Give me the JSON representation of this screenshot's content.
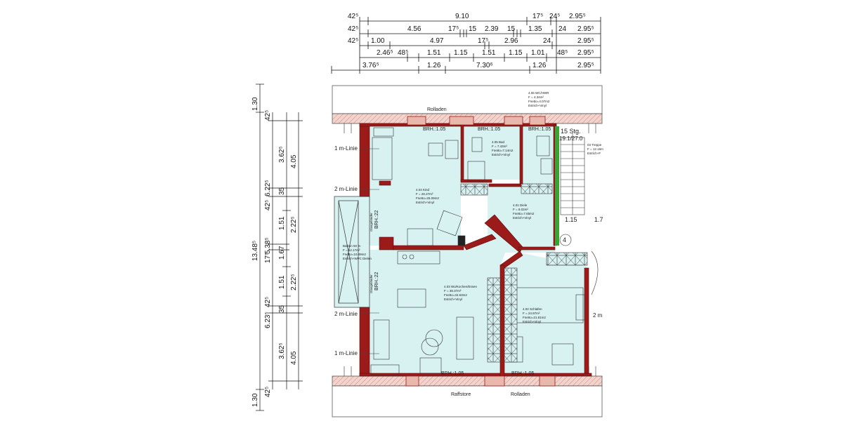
{
  "dimensions": {
    "top_row1": [
      "42⁵",
      "9.10",
      "17⁵",
      "24⁵",
      "2.95⁵"
    ],
    "top_row2": [
      "42⁵",
      "4.56",
      "17⁵",
      "15",
      "2.39",
      "15",
      "1.35",
      "24",
      "2.95⁵"
    ],
    "top_row3": [
      "42⁵",
      "1.00",
      "4.97",
      "17⁵",
      "2.96",
      "24",
      "2.95⁵"
    ],
    "top_row4": [
      "2.46⁵",
      "48⁵",
      "1.51",
      "1.15",
      "1.51",
      "1.15",
      "1.01",
      "48⁵",
      "2.95⁵"
    ],
    "top_row5": [
      "3.76⁵",
      "1.26",
      "7.30⁶",
      "1.26",
      "2.95⁵"
    ],
    "left_outer": [
      "1.30",
      "13.48⁵",
      "1.30"
    ],
    "left_mid": [
      "42⁵",
      "6.22⁵",
      "42⁵",
      "17⁵",
      "5.38⁵",
      "42⁵",
      "6.23⁵",
      "42⁵"
    ],
    "left_inner": [
      "3.62⁵",
      "35",
      "1.51",
      "1.67",
      "1.51",
      "35",
      "3.62⁵"
    ],
    "left_inner2": [
      "4.05",
      "2.22⁵",
      "2.22⁵",
      "4.05"
    ]
  },
  "rooms": [
    {
      "name": "4.04 Kind",
      "area": "F = 26.27m²",
      "fbw": "Fnetto=25.09m2",
      "floor": "Estrich+Vinyl"
    },
    {
      "name": "4.05 Bad",
      "area": "F = 7.43m²",
      "fbw": "Fnetto=7.14m2",
      "floor": "Estrich+Vinyl"
    },
    {
      "name": "4.06 WC/HWR",
      "area": "F = 4.34m²",
      "fbw": "Fnetto=4.07m2",
      "floor": "Estrich+Vinyl"
    },
    {
      "name": "4.01 Diele",
      "area": "F = 8.02m²",
      "fbw": "Fnetto=7.65m2",
      "floor": "Estrich+Vinyl"
    },
    {
      "name": "4.03 Wo/Kochen/Essen",
      "area": "F = 38.37m²",
      "fbw": "Fnetto=34.63m2",
      "floor": "Estrich+Vinyl"
    },
    {
      "name": "4.02 Schlafen",
      "area": "F = 24.97m²",
      "fbw": "Fnetto=21.81m2",
      "floor": "Estrich+Vinyl"
    },
    {
      "name": "Balkon 50 %",
      "area": "F = 12.17m²",
      "fbw": "Fnetto=10.89m2",
      "floor": "Estrich+WPC Dielen"
    },
    {
      "name": "03 Treppe",
      "area": "F = 12.16m",
      "fbw": "",
      "floor": "Estrich+F"
    }
  ],
  "labels": {
    "rolladen_top": "Rolladen",
    "raffstore": "Raffstore",
    "rolladen_bottom": "Rolladen",
    "brh_1": "BRH.:1.05",
    "brh_2": "BRH.:1.05",
    "brh_3": "BRH.:1.05",
    "brh_4": "BRH.:1.05",
    "brh_5": "BRH.:1.05",
    "brh_balkon_1": "BRH.:22",
    "brh_balkon_2": "BRH.:22",
    "glas_1": "Glasgeländer",
    "glas_2": "Glasgeländer",
    "linie_1m_top": "1 m-Linie",
    "linie_2m_top": "2 m-Linie",
    "linie_2m_bottom": "2 m-Linie",
    "linie_1m_bottom": "1 m-Linie",
    "linie_2m_right": "2 m",
    "stair_count": "15 Stg.",
    "stair_ratio": "19.1/27.0",
    "stair_dim_a": "1.15",
    "stair_dim_b": "1.7",
    "axis_marker": "4"
  },
  "colors": {
    "wall": "#9b1b1b",
    "room_fill": "#d8f1f1",
    "window": "#e9b8ac",
    "roof": "#f4d6cf",
    "green": "#3aa335"
  }
}
